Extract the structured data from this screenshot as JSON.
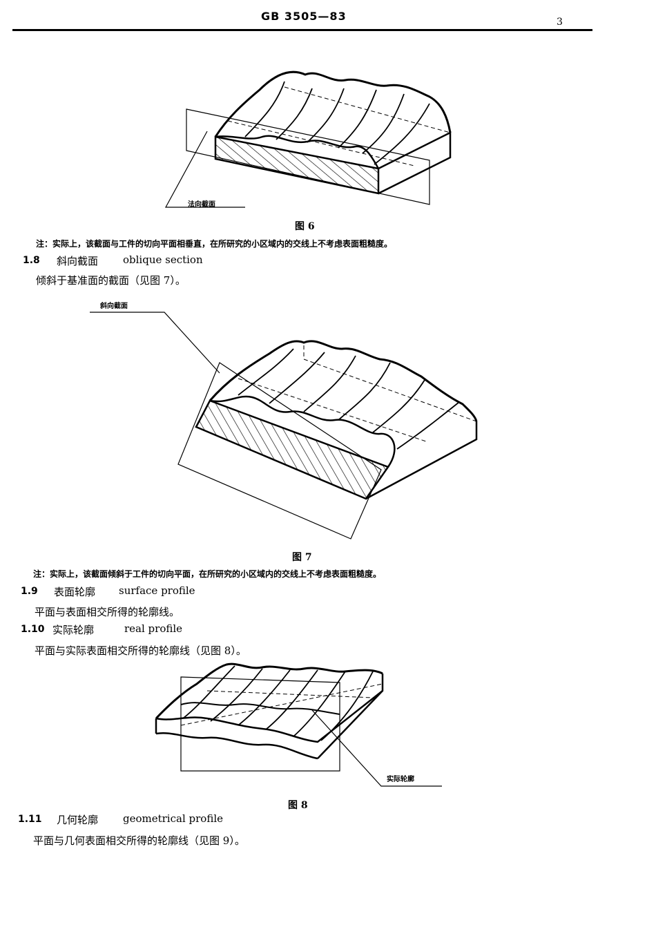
{
  "header": {
    "standard_no": "GB 3505—83",
    "page_number": "3"
  },
  "fig6": {
    "label": "法向截面",
    "caption": "图 6",
    "note": "注：实际上，该截面与工件的切向平面相垂直，在所研究的小区域内的交线上不考虑表面粗糙度。"
  },
  "s1_8": {
    "num": "1.8",
    "term_cn": "斜向截面",
    "term_en": "oblique section",
    "definition": "倾斜于基准面的截面（见图 7）。"
  },
  "fig7": {
    "label": "斜向截面",
    "caption": "图 7",
    "note": "注：实际上，该截面倾斜于工件的切向平面，在所研究的小区域内的交线上不考虑表面粗糙度。"
  },
  "s1_9": {
    "num": "1.9",
    "term_cn": "表面轮廓",
    "term_en": "surface profile",
    "definition": "平面与表面相交所得的轮廓线。"
  },
  "s1_10": {
    "num": "1.10",
    "term_cn": "实际轮廓",
    "term_en": "real profile",
    "definition": "平面与实际表面相交所得的轮廓线（见图 8）。"
  },
  "fig8": {
    "label": "实际轮廓",
    "caption": "图 8"
  },
  "s1_11": {
    "num": "1.11",
    "term_cn": "几何轮廓",
    "term_en": "geometrical profile",
    "definition": "平面与几何表面相交所得的轮廓线（见图 9）。"
  }
}
